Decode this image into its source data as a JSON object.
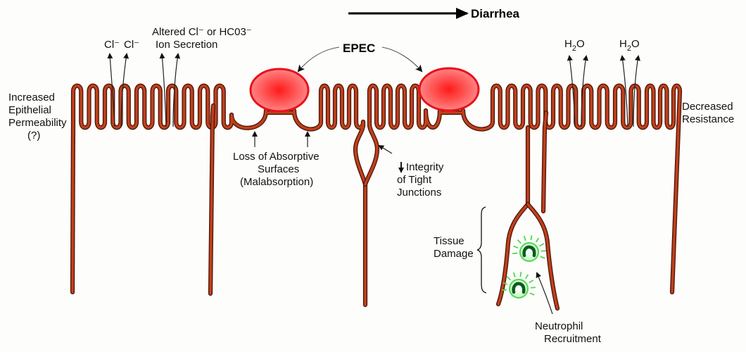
{
  "diagram": {
    "title_arrow_label": "Diarrhea",
    "pathogen_label": "EPEC",
    "labels": {
      "chloride_1": "Cl⁻",
      "chloride_2": "Cl⁻",
      "altered_secretion_line1": "Altered Cl⁻  or HC03⁻",
      "altered_secretion_line2": "Ion Secretion",
      "water_1_h": "H",
      "water_1_sub": "2",
      "water_1_o": "O",
      "water_2_h": "H",
      "water_2_sub": "2",
      "water_2_o": "O",
      "permeability_line1": "Increased",
      "permeability_line2": "Epithelial",
      "permeability_line3": "Permeability",
      "permeability_line4": "(?)",
      "resistance_line1": "Decreased",
      "resistance_line2": "Resistance",
      "absorptive_line1": "Loss of Absorptive",
      "absorptive_line2": "Surfaces",
      "absorptive_line3": "(Malabsorption)",
      "tight_junction_line1": "Integrity",
      "tight_junction_line2": "of Tight",
      "tight_junction_line3": "Junctions",
      "tissue_damage_line1": "Tissue",
      "tissue_damage_line2": "Damage",
      "neutrophil_line1": "Neutrophil",
      "neutrophil_line2": "Recruitment"
    },
    "colors": {
      "membrane": "#c0401c",
      "membrane_outline": "#4a1508",
      "epec_fill_center": "#ff1a1a",
      "epec_fill_edge": "#ff8a8a",
      "epec_stroke": "#e8101a",
      "neutrophil_ring": "#4fd84f",
      "neutrophil_nucleus": "#0d5a20"
    }
  }
}
